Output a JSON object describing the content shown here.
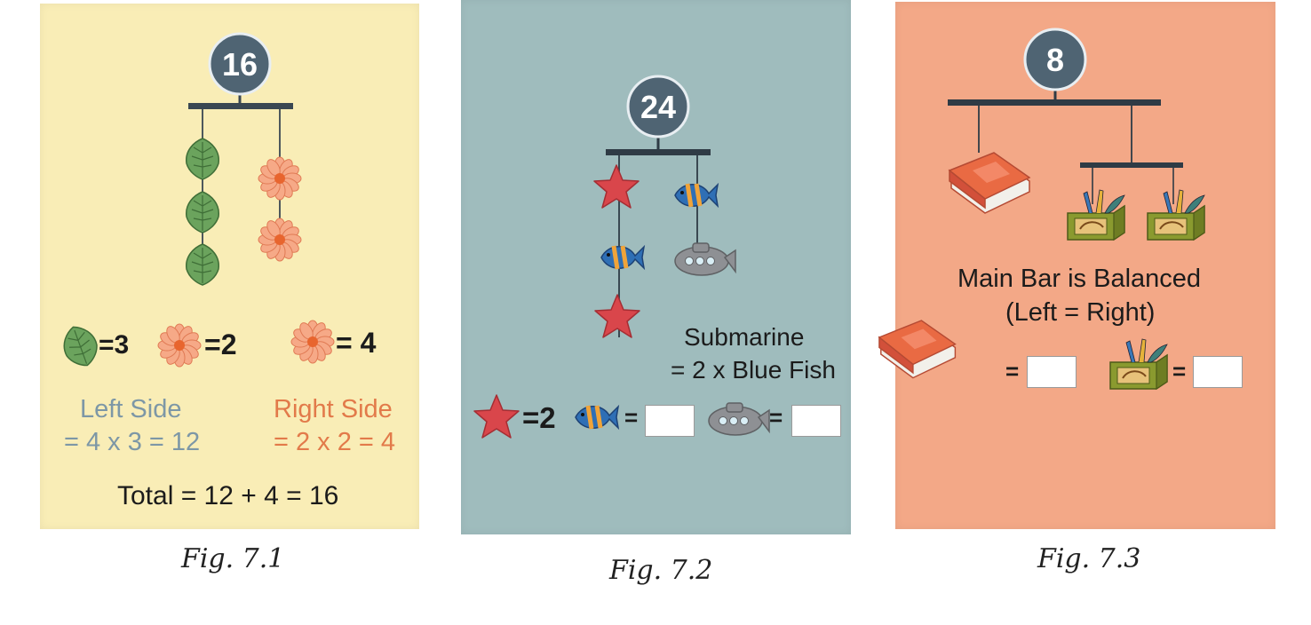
{
  "figures": [
    {
      "caption": "Fig. 7.1",
      "total_weight": "16",
      "legend": [
        {
          "icon": "leaf-icon",
          "text": "=3"
        },
        {
          "icon": "flower-icon",
          "text": "=2"
        },
        {
          "icon": "flower-icon",
          "text": "= 4"
        }
      ],
      "left_side": {
        "label": "Left Side",
        "calc": "= 4 x 3 = 12"
      },
      "right_side": {
        "label": "Right Side",
        "calc": "= 2 x 2 = 4"
      },
      "total_text": "Total = 12 + 4 = 16",
      "colors": {
        "background": "#f9edb6",
        "left_text": "#7d97a6",
        "right_text": "#e27a4a"
      }
    },
    {
      "caption": "Fig. 7.2",
      "total_weight": "24",
      "note_line1": "Submarine",
      "note_line2": "= 2 x Blue Fish",
      "legend": [
        {
          "icon": "starfish-icon",
          "text": "=2"
        },
        {
          "icon": "blue-fish-icon",
          "text": "="
        },
        {
          "icon": "submarine-icon",
          "text": "="
        }
      ],
      "colors": {
        "background": "#9fbcbd"
      }
    },
    {
      "caption": "Fig. 7.3",
      "total_weight": "8",
      "note_line1": "Main Bar is Balanced",
      "note_line2": "(Left = Right)",
      "legend": [
        {
          "icon": "book-icon",
          "text": "="
        },
        {
          "icon": "pencil-box-icon",
          "text": "="
        }
      ],
      "colors": {
        "background": "#f3a887"
      }
    }
  ]
}
